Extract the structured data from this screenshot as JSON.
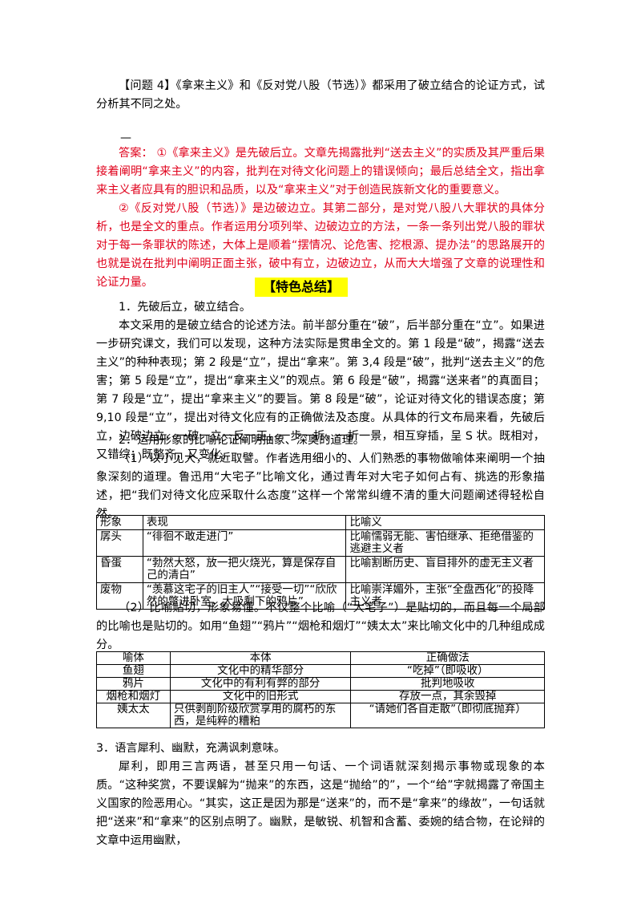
{
  "question": "【问题 4】《拿来主义》和《反对党八股（节选）》都采用了破立结合的论证方式，试分析其不同之处。",
  "dash": "—",
  "answer_p1": "答案： ①《拿来主义》是先破后立。文章先揭露批判“送去主义”的实质及其严重后果接着阐明“拿来主义”的内容，批判在对待文化问题上的错误倾向；最后总结全文，指出拿来主义者应具有的胆识和品质，以及“拿来主义”对于创造民族新文化的重要意义。",
  "answer_p2": "②《反对党八股（节选）》是边破边立。其第二部分，是对党八股八大罪状的具体分析，也是全文的重点。作者运用分项列举、边破边立的方法，一条一条列出党八股的罪状对于每一条罪状的陈述，大体上是顺着“摆情况、论危害、挖根源、提办法”的思路展开的也就是说在批判中阐明正面主张，破中有立，边破边立，从而大大增强了文章的说理性和论证力量。",
  "heading": "【特色总结】",
  "s1_title": "1．先破后立，破立结合。",
  "s1_body": "本文采用的是破立结合的论述方法。前半部分重在“破”，后半部分重在“立”。如果进一步研究课文，我们可以发现，这种方法实际是贯串全文的。第 1 段是“破”，揭露“送去主义”的种种表现；第 2 段是“立”，提出“拿来”。第 3,4 段是“破”，批判“送去主义”的危害；第 5 段是“立”，提出“拿来主义”的观点。第 6 段是“破”，揭露“送来者”的真面目；第 7 段是“立”，提出“拿来主义”的要旨。第 8 段是“破”，论证对待文化的错误态度；第 9,10 段是“立”，提出对待文化应有的正确做法及态度。从具体的行文布局来看，先破后立，边破边立，一破一立一反一正，一步一折，一折一景，相互穿插，呈 S 状。既相对，又错综；既整齐，又变化。",
  "s2_title": "2．运用形象的比喻论证阐明抽象、深奥的道理。",
  "s2_p1": "（1）以小见大，就近取譬。作者选用细小的、人们熟悉的事物做喻体来阐明一个抽象深刻的道理。鲁迅用“大宅子”比喻文化，通过青年对大宅子如何占有、挑选的形象描述，把“我们对待文化应采取什么态度”这样一个常常纠缠不清的重大问题阐述得轻松自然。",
  "table1": {
    "headers": [
      "形象",
      "表现",
      "比喻义"
    ],
    "rows": [
      [
        "孱头",
        "“徘徊不敢走进门”",
        "比喻懦弱无能、害怕继承、拒绝借鉴的逃避主义者"
      ],
      [
        "昏蛋",
        "“勃然大怒，放一把火烧光，算是保存自己的清白”",
        "比喻割断历史、盲目排外的虚无主义者"
      ],
      [
        "废物",
        "“羡慕这宅子的旧主人”“接受一切”“欣欣然的蹩进卧室，大吸剩下的鸦片”",
        "比喻崇洋媚外，主张“全盘西化”的投降主义者"
      ]
    ]
  },
  "s2_p2": "（2）比喻贴切，形象易懂。不仅整个比喻（“大宅子”）是贴切的，而且每一个局部的比喻也是贴切的。如用“鱼翅”“鸦片”“烟枪和烟灯”“姨太太”来比喻文化中的几种组成成分。",
  "table2": {
    "headers": [
      "喻体",
      "本体",
      "正确做法"
    ],
    "rows": [
      [
        "鱼翅",
        "文化中的精华部分",
        "“吃掉”（即吸收）"
      ],
      [
        "鸦片",
        "文化中的有利有弊的部分",
        "批判地吸收"
      ],
      [
        "烟枪和烟灯",
        "文化中的旧形式",
        "存放一点，其余毁掉"
      ],
      [
        "姨太太",
        "只供剥削阶级欣赏享用的腐朽的东西，是纯粹的糟粕",
        "“请她们各自走散”（即彻底抛弃）"
      ]
    ]
  },
  "s3_title": "3．语言犀利、幽默，充满讽刺意味。",
  "s3_body": "犀利，即用三言两语，甚至只用一句话、一个词语就深刻揭示事物或现象的本质。“这种奖赏，不要误解为“抛来”的东西，这是“抛给”的”，一个“给”字就揭露了帝国主义国家的险恶用心。“其实，这正是因为那是“送来”的，而不是“拿来”的缘故”，一句话就把“送来”和“拿来”的区别点明了。幽默，是敏锐、机智和含蓄、委婉的结合物，在论辩的文章中运用幽默，"
}
